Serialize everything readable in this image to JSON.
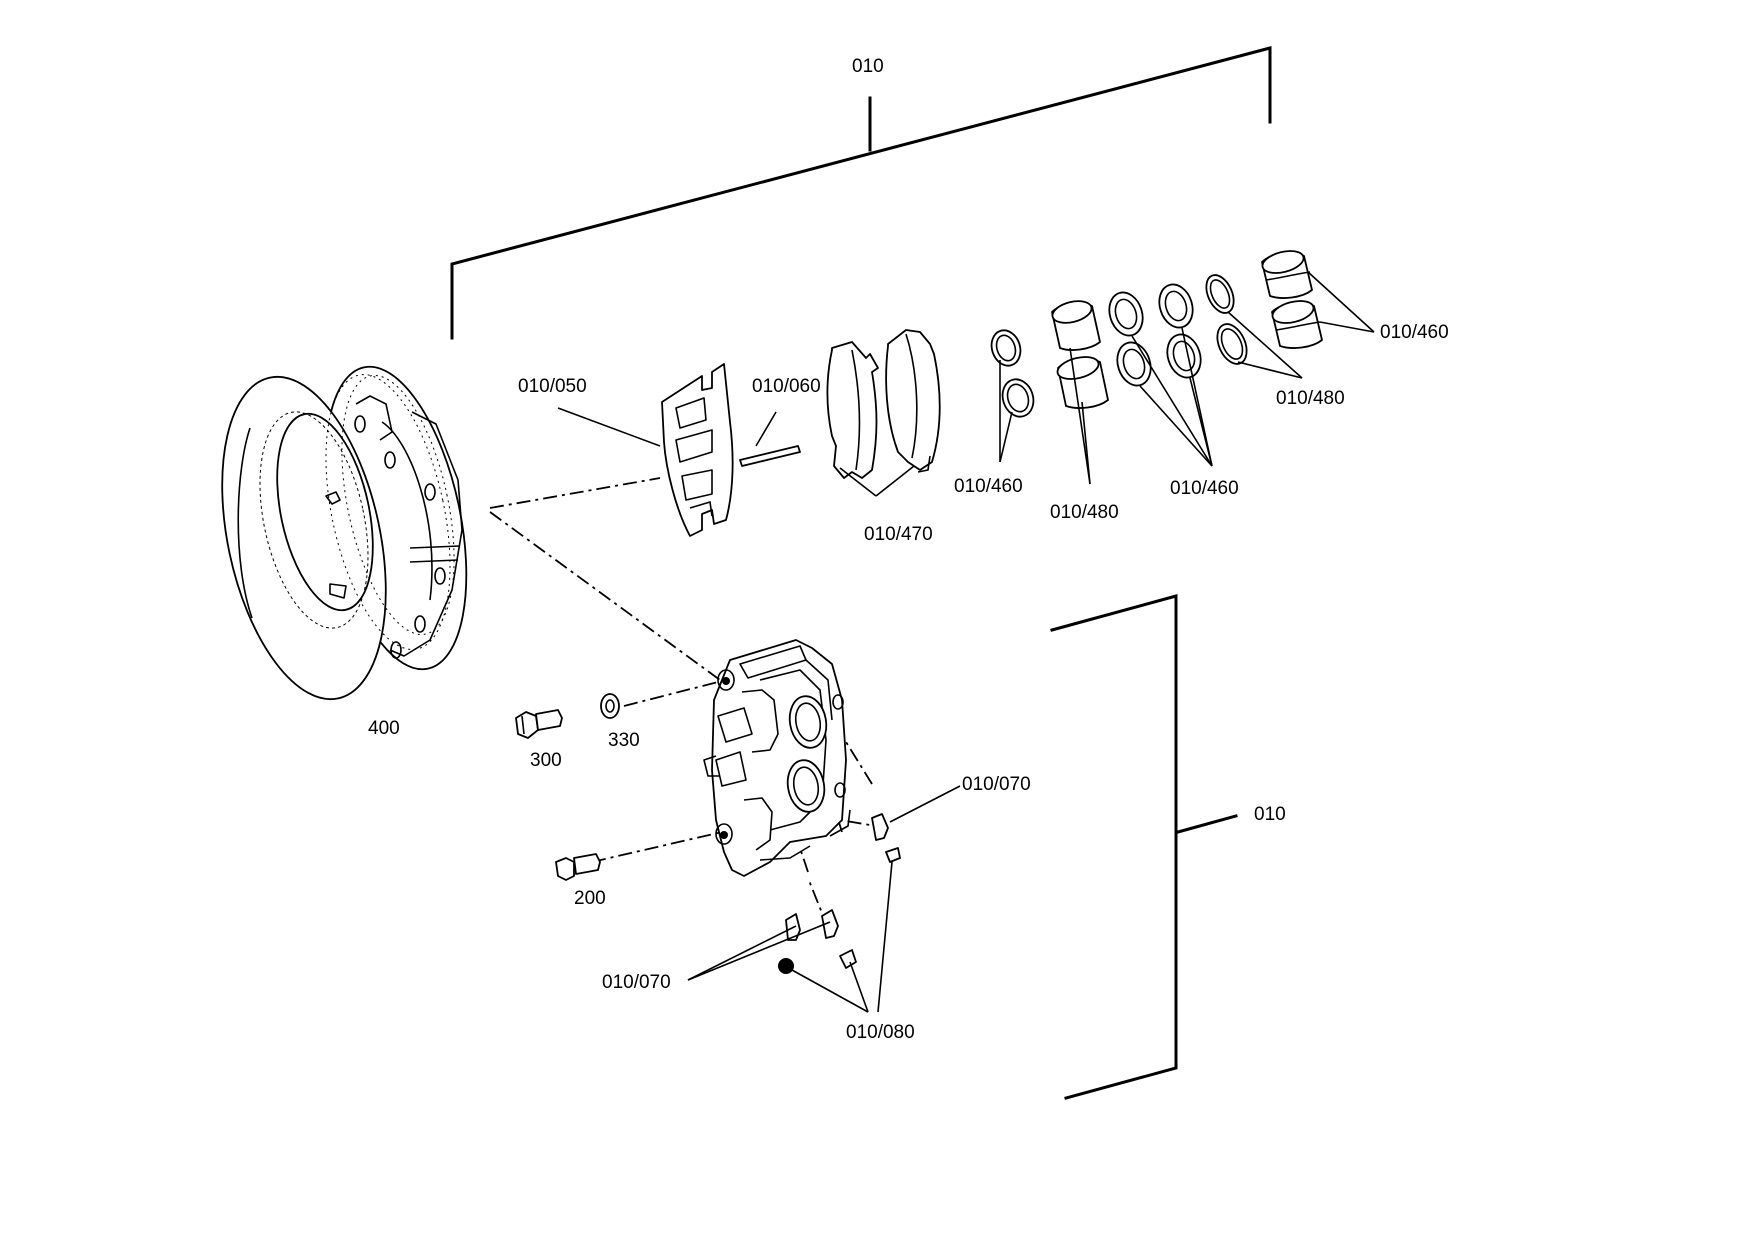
{
  "labels": {
    "assembly_top": "010",
    "assembly_right": "010",
    "pad_spring": "010/050",
    "pin": "010/060",
    "pads": "010/470",
    "seal_a": "010/460",
    "piston_a": "010/480",
    "seal_b": "010/460",
    "seal_c": "010/480",
    "piston_b": "010/460",
    "bleeder_right": "010/070",
    "bleeders_bottom": "010/070",
    "caps": "010/080",
    "disc": "400",
    "screw_300": "300",
    "washer_330": "330",
    "bolt_200": "200"
  }
}
